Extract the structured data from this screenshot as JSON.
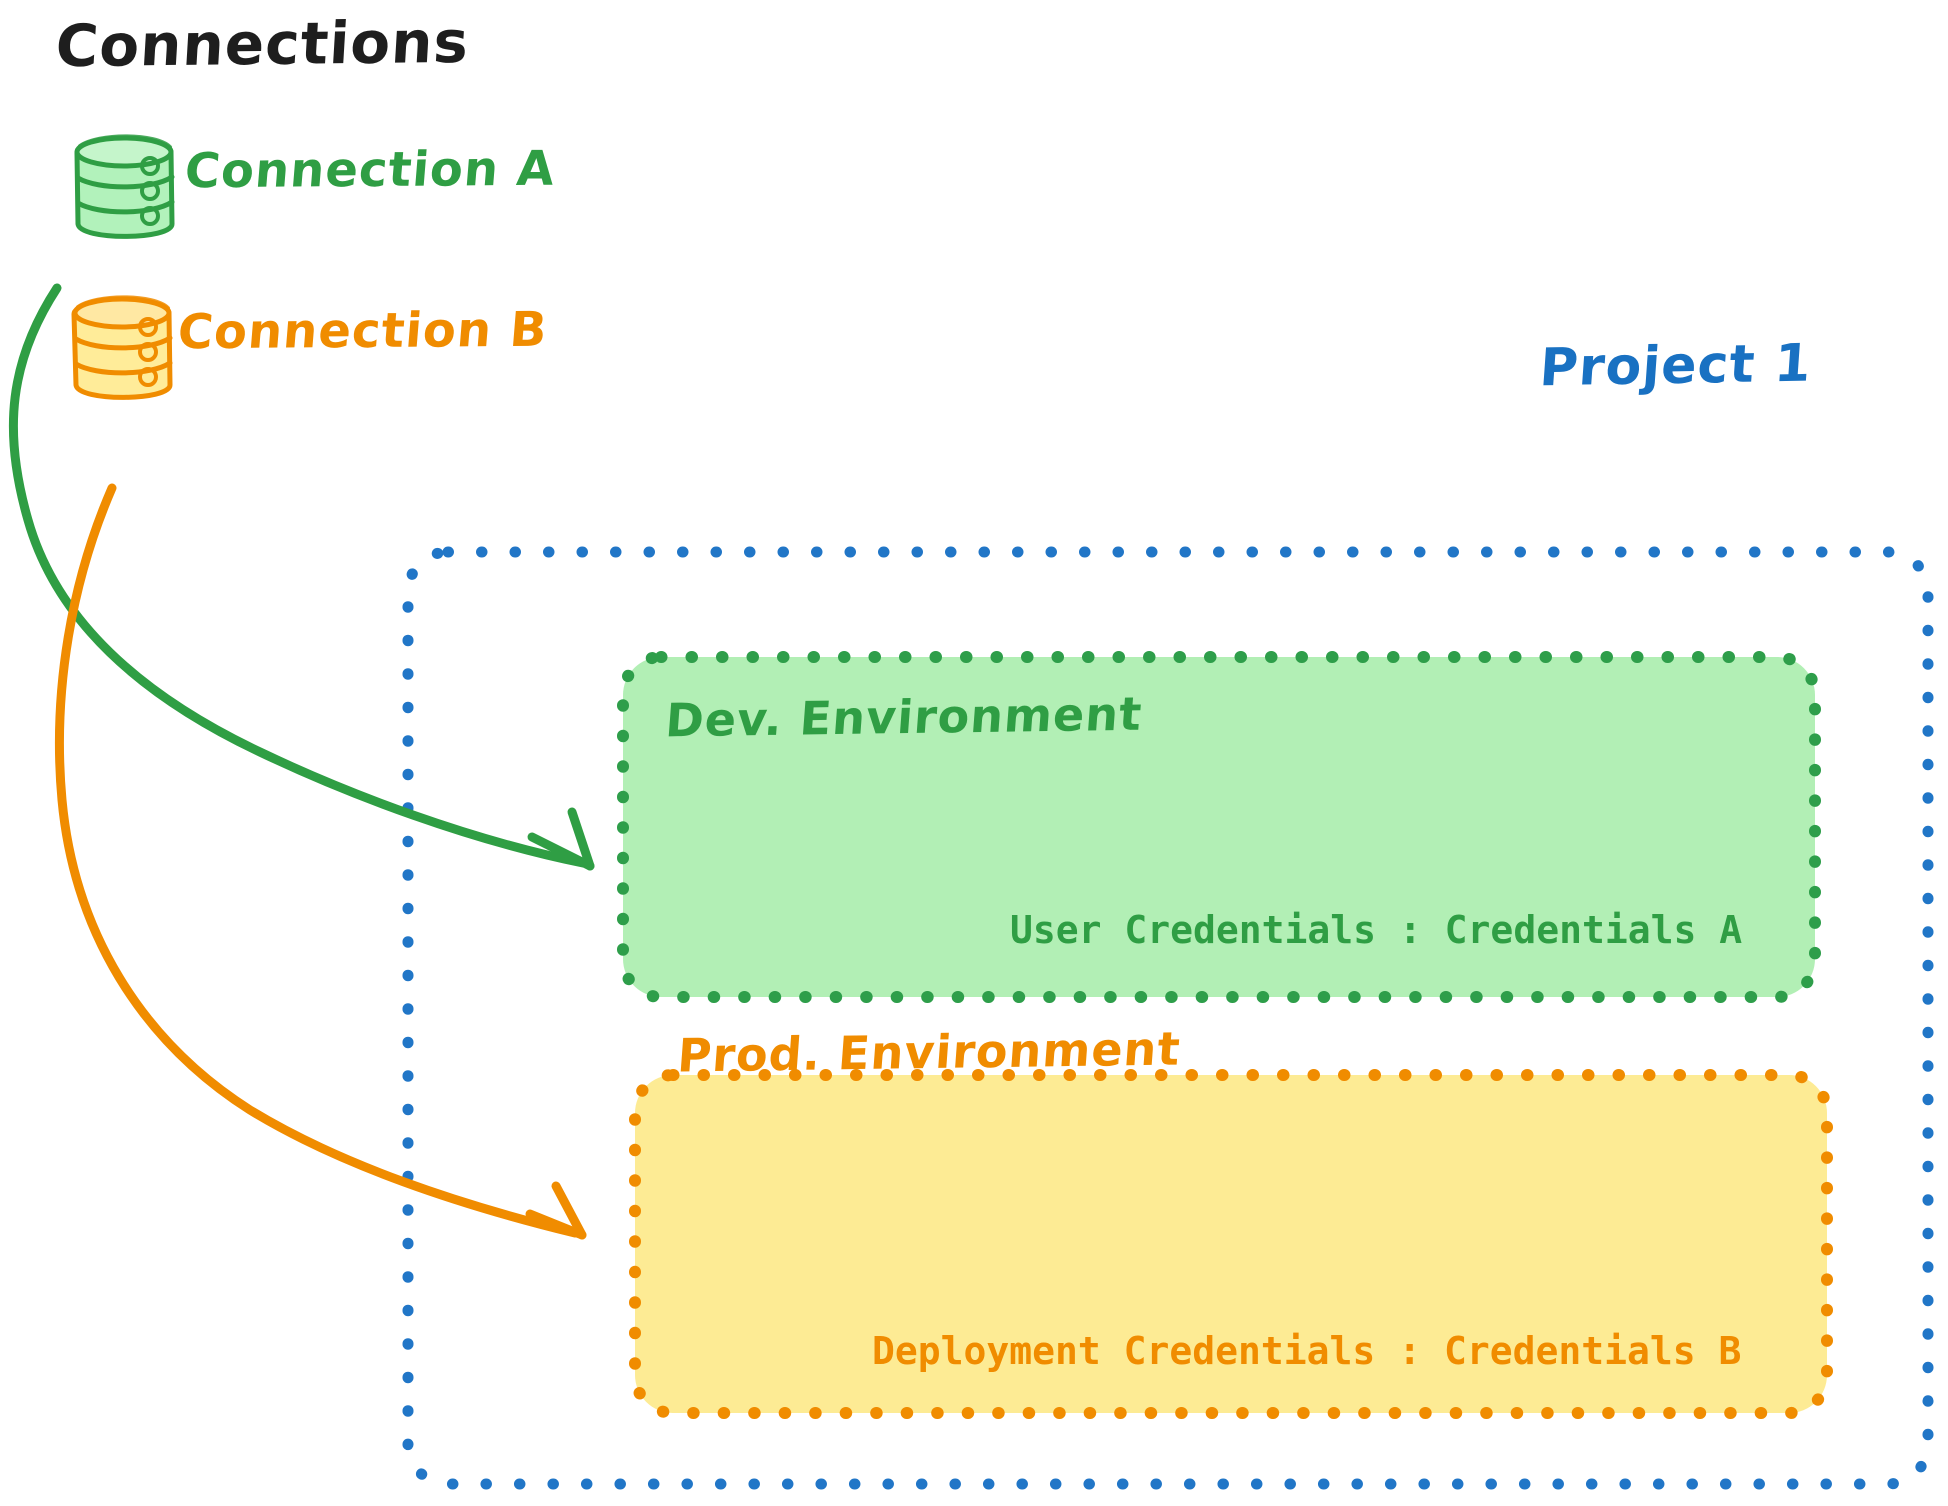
{
  "diagram": {
    "title": "Connections",
    "connections": [
      {
        "id": "connection-a",
        "label": "Connection A",
        "icon": "database-cylinder-icon",
        "color": "#2f9e44",
        "fill": "#b2f2bb"
      },
      {
        "id": "connection-b",
        "label": "Connection B",
        "icon": "database-cylinder-icon",
        "color": "#f08c00",
        "fill": "#ffec99"
      }
    ],
    "project": {
      "label": "Project 1",
      "color": "#1971c2",
      "border_style": "dotted",
      "environments": [
        {
          "id": "dev-environment",
          "title": "Dev. Environment",
          "credentials_label": "User Credentials",
          "credentials_separator": ":",
          "credentials_value": "Credentials A",
          "credentials_line": "User Credentials : Credentials A",
          "color": "#2f9e44",
          "fill": "#b2efb5",
          "border_style": "dotted"
        },
        {
          "id": "prod-environment",
          "title": "Prod. Environment",
          "credentials_label": "Deployment Credentials",
          "credentials_separator": ":",
          "credentials_value": "Credentials B",
          "credentials_line": "Deployment Credentials : Credentials B",
          "color": "#f08c00",
          "fill": "#fdeb94",
          "border_style": "dotted"
        }
      ]
    },
    "arrows": [
      {
        "id": "arrow-connection-a-to-dev",
        "from": "connection-a",
        "to": "dev-environment",
        "color": "#2f9e44"
      },
      {
        "id": "arrow-connection-b-to-prod",
        "from": "connection-b",
        "to": "prod-environment",
        "color": "#f08c00"
      }
    ]
  }
}
